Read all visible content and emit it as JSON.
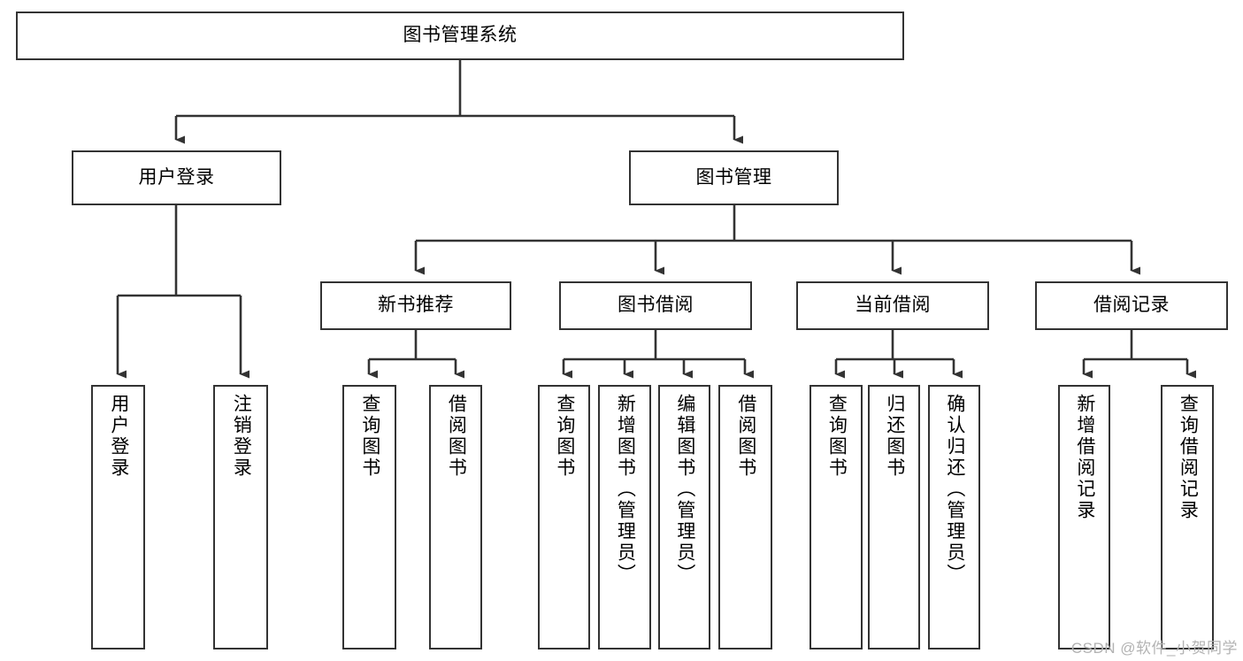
{
  "diagram": {
    "title": "图书管理系统",
    "type": "tree-hierarchy-diagram",
    "colors": {
      "box_border": "#333333",
      "box_fill": "#ffffff",
      "connector": "#333333",
      "text": "#000000",
      "watermark": "#b3b3b3",
      "background": "#ffffff"
    },
    "nodes": {
      "root": {
        "label": "图书管理系统",
        "level": 1,
        "orientation": "horizontal"
      },
      "user_login": {
        "label": "用户登录",
        "level": 2,
        "orientation": "horizontal"
      },
      "book_manage": {
        "label": "图书管理",
        "level": 2,
        "orientation": "horizontal"
      },
      "new_book_rec": {
        "label": "新书推荐",
        "level": 3,
        "orientation": "horizontal"
      },
      "book_borrow": {
        "label": "图书借阅",
        "level": 3,
        "orientation": "horizontal"
      },
      "current_borrow": {
        "label": "当前借阅",
        "level": 3,
        "orientation": "horizontal"
      },
      "borrow_record": {
        "label": "借阅记录",
        "level": 3,
        "orientation": "horizontal"
      },
      "leaf_user_login": {
        "label": "用户登录",
        "level": 4,
        "orientation": "vertical"
      },
      "leaf_logout": {
        "label": "注销登录",
        "level": 4,
        "orientation": "vertical"
      },
      "leaf_query_book_1": {
        "label": "查询图书",
        "level": 4,
        "orientation": "vertical"
      },
      "leaf_borrow_book_1": {
        "label": "借阅图书",
        "level": 4,
        "orientation": "vertical"
      },
      "leaf_query_book_2": {
        "label": "查询图书",
        "level": 4,
        "orientation": "vertical"
      },
      "leaf_add_book": {
        "label": "新增图书（管理员）",
        "level": 4,
        "orientation": "vertical"
      },
      "leaf_edit_book": {
        "label": "编辑图书（管理员）",
        "level": 4,
        "orientation": "vertical"
      },
      "leaf_borrow_book_2": {
        "label": "借阅图书",
        "level": 4,
        "orientation": "vertical"
      },
      "leaf_query_book_3": {
        "label": "查询图书",
        "level": 4,
        "orientation": "vertical"
      },
      "leaf_return_book": {
        "label": "归还图书",
        "level": 4,
        "orientation": "vertical"
      },
      "leaf_confirm_return": {
        "label": "确认归还（管理员）",
        "level": 4,
        "orientation": "vertical"
      },
      "leaf_add_record": {
        "label": "新增借阅记录",
        "level": 4,
        "orientation": "vertical"
      },
      "leaf_query_record": {
        "label": "查询借阅记录",
        "level": 4,
        "orientation": "vertical"
      }
    },
    "edges": [
      {
        "from": "root",
        "to": "user_login"
      },
      {
        "from": "root",
        "to": "book_manage"
      },
      {
        "from": "user_login",
        "to": "leaf_user_login"
      },
      {
        "from": "user_login",
        "to": "leaf_logout"
      },
      {
        "from": "book_manage",
        "to": "new_book_rec"
      },
      {
        "from": "book_manage",
        "to": "book_borrow"
      },
      {
        "from": "book_manage",
        "to": "current_borrow"
      },
      {
        "from": "book_manage",
        "to": "borrow_record"
      },
      {
        "from": "new_book_rec",
        "to": "leaf_query_book_1"
      },
      {
        "from": "new_book_rec",
        "to": "leaf_borrow_book_1"
      },
      {
        "from": "book_borrow",
        "to": "leaf_query_book_2"
      },
      {
        "from": "book_borrow",
        "to": "leaf_add_book"
      },
      {
        "from": "book_borrow",
        "to": "leaf_edit_book"
      },
      {
        "from": "book_borrow",
        "to": "leaf_borrow_book_2"
      },
      {
        "from": "current_borrow",
        "to": "leaf_query_book_3"
      },
      {
        "from": "current_borrow",
        "to": "leaf_return_book"
      },
      {
        "from": "current_borrow",
        "to": "leaf_confirm_return"
      },
      {
        "from": "borrow_record",
        "to": "leaf_add_record"
      },
      {
        "from": "borrow_record",
        "to": "leaf_query_record"
      }
    ]
  },
  "watermark": {
    "text": "CSDN @软件_小贺同学"
  }
}
